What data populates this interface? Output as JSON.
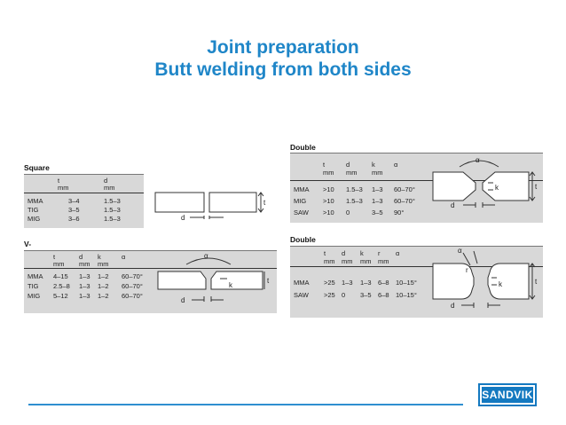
{
  "slide": {
    "title_line1": "Joint preparation",
    "title_line2": "Butt welding from both sides",
    "accent_color": "#1f86c8"
  },
  "panels": {
    "square": {
      "title": "Square groove",
      "headers": [
        [
          "t",
          "mm"
        ],
        [
          "d",
          "mm"
        ]
      ],
      "rows": [
        [
          "MMA",
          "3–4",
          "1.5–3"
        ],
        [
          "TIG",
          "3–5",
          "1.5–3"
        ],
        [
          "MIG",
          "3–6",
          "1.5–3"
        ]
      ],
      "dim_t": "t",
      "dim_d": "d"
    },
    "vgroove": {
      "title": "V-groove",
      "headers": [
        [
          "t",
          "mm"
        ],
        [
          "d",
          "mm"
        ],
        [
          "k",
          "mm"
        ],
        [
          "α",
          ""
        ]
      ],
      "rows": [
        [
          "MMA",
          "4–15",
          "1–3",
          "1–2",
          "60–70°"
        ],
        [
          "TIG",
          "2.5–8",
          "1–3",
          "1–2",
          "60–70°"
        ],
        [
          "MIG",
          "5–12",
          "1–3",
          "1–2",
          "60–70°"
        ]
      ],
      "dim_alpha": "α",
      "dim_t": "t",
      "dim_k": "k",
      "dim_d": "d"
    },
    "doublev": {
      "title": "Double V-groove",
      "headers": [
        [
          "t",
          "mm"
        ],
        [
          "d",
          "mm"
        ],
        [
          "k",
          "mm"
        ],
        [
          "α",
          ""
        ]
      ],
      "rows": [
        [
          "MMA",
          ">10",
          "1.5–3",
          "1–3",
          "60–70°"
        ],
        [
          "MIG",
          ">10",
          "1.5–3",
          "1–3",
          "60–70°"
        ],
        [
          "SAW",
          ">10",
          "0",
          "3–5",
          "90°"
        ]
      ],
      "dim_alpha": "α",
      "dim_t": "t",
      "dim_k": "k",
      "dim_d": "d"
    },
    "doubleu": {
      "title": "Double U-groove",
      "headers": [
        [
          "t",
          "mm"
        ],
        [
          "d",
          "mm"
        ],
        [
          "k",
          "mm"
        ],
        [
          "r",
          "mm"
        ],
        [
          "α",
          ""
        ]
      ],
      "rows": [
        [
          "MMA",
          ">25",
          "1–3",
          "1–3",
          "6–8",
          "10–15°"
        ],
        [
          "SAW",
          ">25",
          "0",
          "3–5",
          "6–8",
          "10–15°"
        ]
      ],
      "dim_alpha": "α",
      "dim_r": "r",
      "dim_t": "t",
      "dim_k": "k",
      "dim_d": "d"
    }
  },
  "footer": {
    "logo_text": "SANDVIK",
    "logo_color": "#1479c0"
  }
}
